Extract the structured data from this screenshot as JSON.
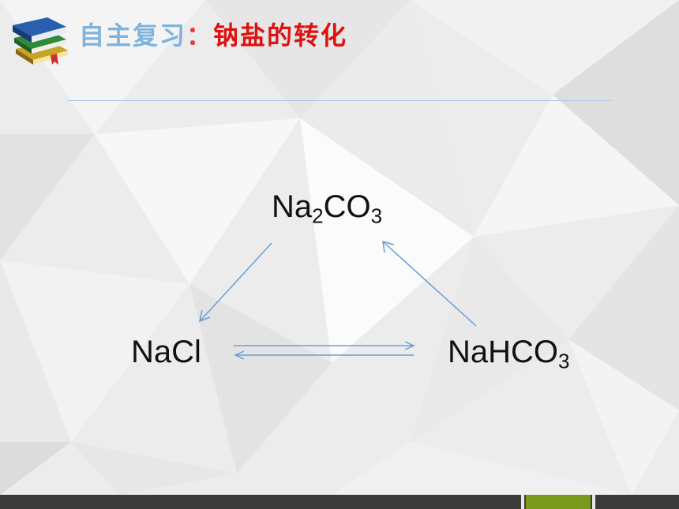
{
  "header": {
    "prefix": "自主复习",
    "colon": "：",
    "topic": "钠盐的转化"
  },
  "compounds": {
    "na2co3": {
      "base": "Na",
      "sub1": "2",
      "mid": "CO",
      "sub2": "3"
    },
    "nacl": {
      "text": "NaCl"
    },
    "nahco3": {
      "base": "NaHCO",
      "sub": "3"
    }
  },
  "colors": {
    "arrow": "#6a9fd4",
    "title_prefix": "#7fb3dc",
    "title_topic": "#e01010",
    "footer": "#3a3a3a",
    "footer_accent": "#7a9a1e"
  }
}
